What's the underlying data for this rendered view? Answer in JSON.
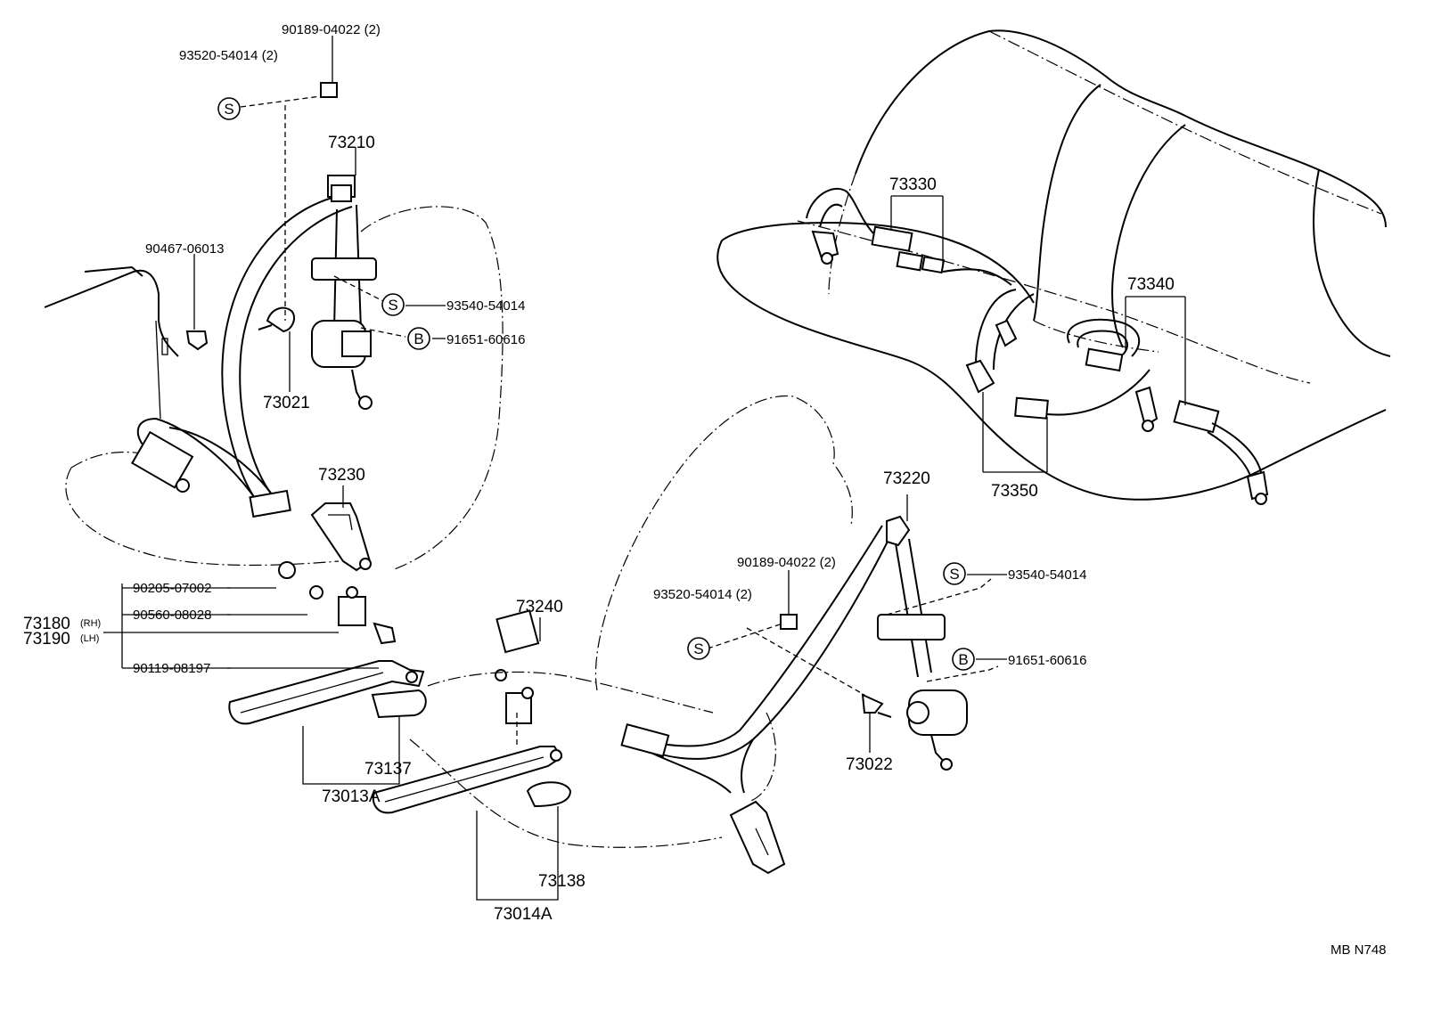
{
  "labels": {
    "p9018904022_top": "90189-04022 (2)",
    "p9352054014_top": "93520-54014 (2)",
    "p73210": "73210",
    "p9046706013": "90467-06013",
    "p9354054014_left": "93540-54014",
    "p9165160616_left": "91651-60616",
    "p73021": "73021",
    "p73230": "73230",
    "p9020507002": "90205-07002",
    "p9056008028": "90560-08028",
    "p73180": "73180",
    "p73190": "73190",
    "rh": "(RH)",
    "lh": "(LH)",
    "p9011908197": "90119-08197",
    "p73240": "73240",
    "p73137": "73137",
    "p73013A": "73013A",
    "p73138": "73138",
    "p73014A": "73014A",
    "p73220": "73220",
    "p9018904022_mid": "90189-04022 (2)",
    "p9352054014_mid": "93520-54014 (2)",
    "p9354054014_right": "93540-54014",
    "p9165160616_right": "91651-60616",
    "p73022": "73022",
    "p73330": "73330",
    "p73340": "73340",
    "p73350": "73350",
    "code": "MB N748"
  },
  "symbols": {
    "s": "S",
    "b": "B"
  }
}
